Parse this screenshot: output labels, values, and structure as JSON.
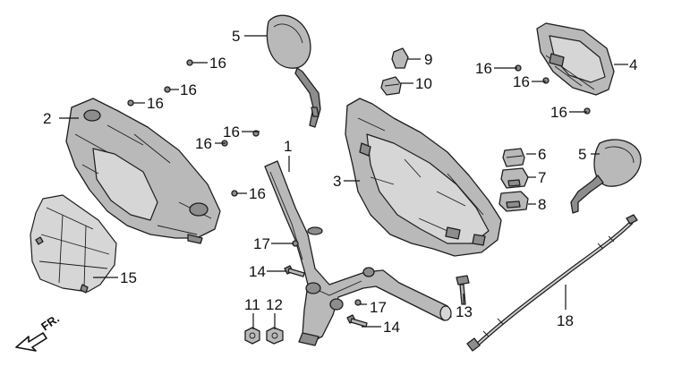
{
  "callouts": {
    "c1": "1",
    "c2": "2",
    "c3": "3",
    "c4": "4",
    "c5a": "5",
    "c5b": "5",
    "c6": "6",
    "c7": "7",
    "c8": "8",
    "c9": "9",
    "c10": "10",
    "c11": "11",
    "c12": "12",
    "c13": "13",
    "c14a": "14",
    "c14b": "14",
    "c15": "15",
    "c16a": "16",
    "c16b": "16",
    "c16c": "16",
    "c16d": "16",
    "c16e": "16",
    "c16f": "16",
    "c16g": "16",
    "c16h": "16",
    "c16i": "16",
    "c17a": "17",
    "c17b": "17",
    "c18": "18"
  },
  "direction_label": "FR."
}
